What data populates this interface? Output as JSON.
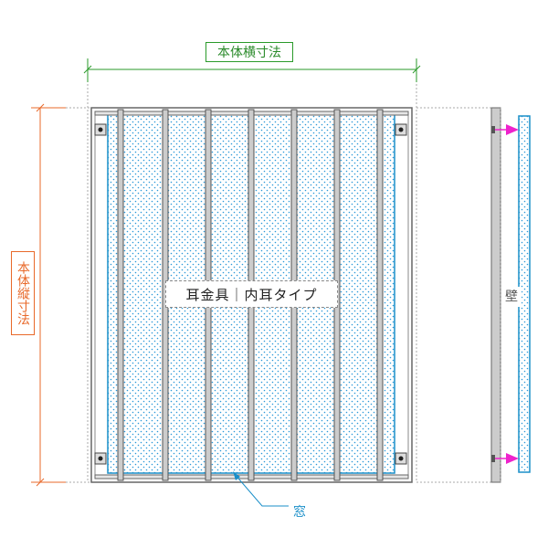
{
  "labels": {
    "width_dimension": "本体横寸法",
    "height_dimension": "本体縦寸法",
    "main_label": "耳金具｜内耳タイプ",
    "wall": "壁",
    "window": "窓"
  },
  "colors": {
    "width_dimension": "#2a9a2a",
    "height_dimension": "#e8692a",
    "window_outline": "#1a8fc9",
    "arrow": "#ee22cc",
    "frame": "#666666",
    "bar_fill": "#cccccc"
  }
}
